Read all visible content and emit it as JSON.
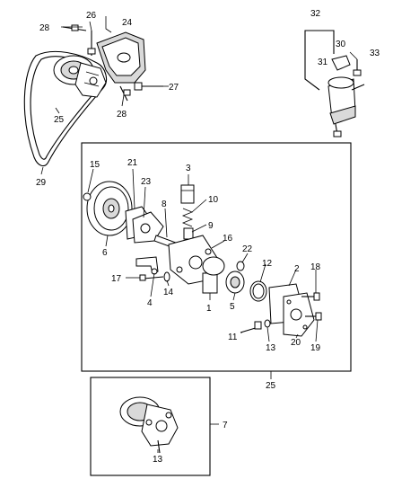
{
  "callouts": {
    "c1": "1",
    "c2": "2",
    "c3": "3",
    "c4": "4",
    "c5": "5",
    "c6": "6",
    "c7": "7",
    "c8": "8",
    "c9": "9",
    "c10": "10",
    "c11": "11",
    "c12": "12",
    "c13": "13",
    "c13b": "13",
    "c14": "14",
    "c15": "15",
    "c16": "16",
    "c17": "17",
    "c18": "18",
    "c19": "19",
    "c20": "20",
    "c21": "21",
    "c22": "22",
    "c23": "23",
    "c24": "24",
    "c25": "25",
    "c25b": "25",
    "c26": "26",
    "c27": "27",
    "c28": "28",
    "c28b": "28",
    "c29": "29",
    "c30": "30",
    "c31": "31",
    "c32": "32",
    "c33": "33"
  }
}
